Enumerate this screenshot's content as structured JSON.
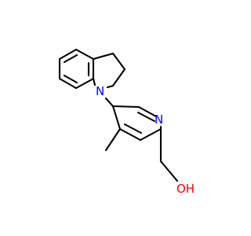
{
  "molecule": {
    "atoms": {
      "indoline_n": {
        "label": "N",
        "color": "#0000ff"
      },
      "pyridine_n": {
        "label": "N",
        "color": "#0000ff"
      },
      "hydroxyl": {
        "label": "OH",
        "color": "#ff0000"
      }
    }
  },
  "colors": {
    "bond": "#000000",
    "background": "#ffffff",
    "nitrogen": "#0000ff",
    "oxygen": "#ff0000"
  }
}
